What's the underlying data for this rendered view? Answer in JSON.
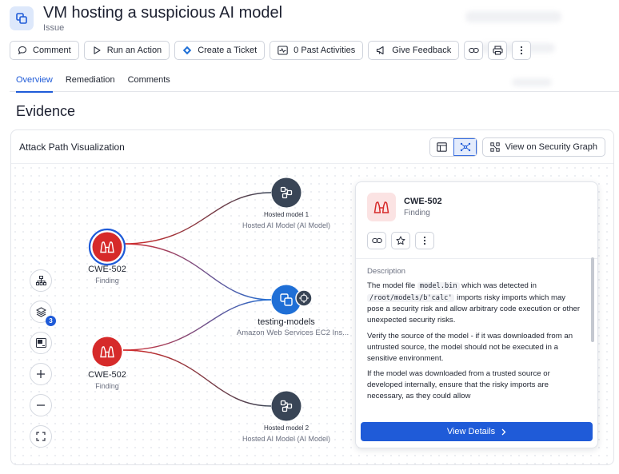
{
  "issue": {
    "title": "VM hosting a suspicious AI model",
    "type_label": "Issue"
  },
  "toolbar": {
    "comment_label": "Comment",
    "run_action_label": "Run an Action",
    "create_ticket_label": "Create a Ticket",
    "past_activities_label": "0 Past Activities",
    "give_feedback_label": "Give Feedback"
  },
  "tabs": [
    {
      "label": "Overview",
      "active": true
    },
    {
      "label": "Remediation",
      "active": false
    },
    {
      "label": "Comments",
      "active": false
    }
  ],
  "evidence": {
    "section_title": "Evidence",
    "panel_title": "Attack Path Visualization",
    "view_graph_label": "View on Security Graph",
    "layers_badge": "3"
  },
  "graph": {
    "nodes": {
      "finding1": {
        "label": "CWE-502",
        "sub": "Finding"
      },
      "finding2": {
        "label": "CWE-502",
        "sub": "Finding"
      },
      "model1": {
        "label": "Hosted model 1",
        "sub": "Hosted AI Model (AI Model)"
      },
      "vm": {
        "label": "testing-models",
        "sub": "Amazon Web Services EC2 Ins..."
      },
      "model2": {
        "label": "Hosted model 2",
        "sub": "Hosted AI Model (AI Model)"
      }
    }
  },
  "card": {
    "title": "CWE-502",
    "subtitle": "Finding",
    "description_label": "Description",
    "p1_a": "The model file ",
    "p1_code1": "model.bin",
    "p1_b": " which was detected in ",
    "p1_code2": "/root/models/b'calc'",
    "p1_c": " imports risky imports which may pose a security risk and allow arbitrary code execution or other unexpected security risks.",
    "p2": "Verify the source of the model - if it was downloaded from an untrusted source, the model should not be executed in a sensitive environment.",
    "p3": "If the model was downloaded from a trusted source or developed internally, ensure that the risky imports are necessary, as they could allow",
    "view_details_label": "View Details"
  },
  "colors": {
    "accent": "#1f5bd8",
    "finding_red": "#d62a2a",
    "node_dark": "#394556",
    "vm_blue": "#1f6fd6"
  }
}
